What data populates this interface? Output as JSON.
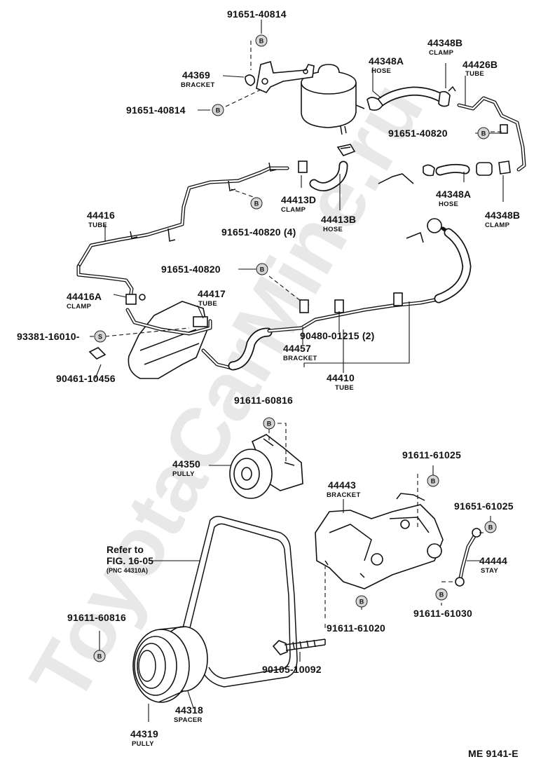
{
  "watermark": "ToyotaCarMine.ru",
  "figure_code": "ME 9141-E",
  "symbols": {
    "b": "B",
    "s": "S"
  },
  "labels": {
    "p91651_40814_top": {
      "number": "91651-40814"
    },
    "p44369": {
      "number": "44369",
      "name": "BRACKET"
    },
    "p91651_40814_mid": {
      "number": "91651-40814"
    },
    "p44348a_top": {
      "number": "44348A",
      "name": "HOSE"
    },
    "p44348b_top": {
      "number": "44348B",
      "name": "CLAMP"
    },
    "p44426b": {
      "number": "44426B",
      "name": "TUBE"
    },
    "p91651_40820_right": {
      "number": "91651-40820"
    },
    "p44413d": {
      "number": "44413D",
      "name": "CLAMP"
    },
    "p44413b": {
      "number": "44413B",
      "name": "HOSE"
    },
    "p44348a_mid": {
      "number": "44348A",
      "name": "HOSE"
    },
    "p44348b_mid": {
      "number": "44348B",
      "name": "CLAMP"
    },
    "p44416": {
      "number": "44416",
      "name": "TUBE"
    },
    "p91651_40820_4": {
      "number": "91651-40820 (4)"
    },
    "p91651_40820_center": {
      "number": "91651-40820"
    },
    "p44416a": {
      "number": "44416A",
      "name": "CLAMP"
    },
    "p44417": {
      "number": "44417",
      "name": "TUBE"
    },
    "p93381_16010": {
      "number": "93381-16010-"
    },
    "p90480_01215": {
      "number": "90480-01215 (2)"
    },
    "p44457": {
      "number": "44457",
      "name": "BRACKET"
    },
    "p90461_10456": {
      "number": "90461-10456"
    },
    "p44410": {
      "number": "44410",
      "name": "TUBE"
    },
    "p91611_60816_top": {
      "number": "91611-60816"
    },
    "p44350": {
      "number": "44350",
      "name": "PULLY"
    },
    "p91611_61025": {
      "number": "91611-61025"
    },
    "p44443": {
      "number": "44443",
      "name": "BRACKET"
    },
    "p91651_61025": {
      "number": "91651-61025"
    },
    "p44444": {
      "number": "44444",
      "name": "STAY"
    },
    "p91611_61020": {
      "number": "91611-61020"
    },
    "p91611_61030": {
      "number": "91611-61030"
    },
    "p91611_60816_bottom": {
      "number": "91611-60816"
    },
    "p90105_10092": {
      "number": "90105-10092"
    },
    "p44318": {
      "number": "44318",
      "name": "SPACER"
    },
    "p44319": {
      "number": "44319",
      "name": "PULLY"
    }
  },
  "reference": {
    "line1": "Refer to",
    "line2": "FIG. 16-05",
    "line3": "(PNC 44310A)"
  }
}
